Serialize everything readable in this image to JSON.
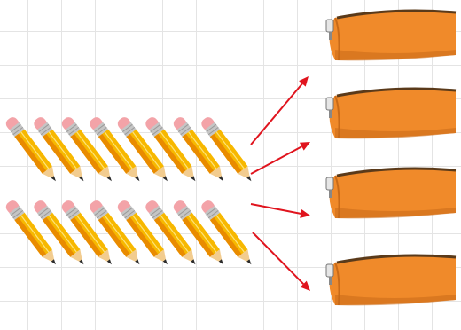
{
  "illustration": {
    "pencils": {
      "rows": 2,
      "per_row": 8,
      "total": 16
    },
    "pencil_cases": {
      "count": 4
    },
    "arrows": {
      "count": 4
    },
    "colors": {
      "pencil_yellow": "#f7b800",
      "pencil_orange": "#e98b00",
      "pencil_tip_wood": "#f2cc8f",
      "eraser_pink": "#f3a3a8",
      "ferrule_gray": "#c5c5c5",
      "case_orange": "#f08a2a",
      "case_shadow": "#c86a18",
      "zipper_dark": "#5a3a1a",
      "arrow_red": "#e0141e",
      "grid_line": "#e4e4e4"
    }
  }
}
